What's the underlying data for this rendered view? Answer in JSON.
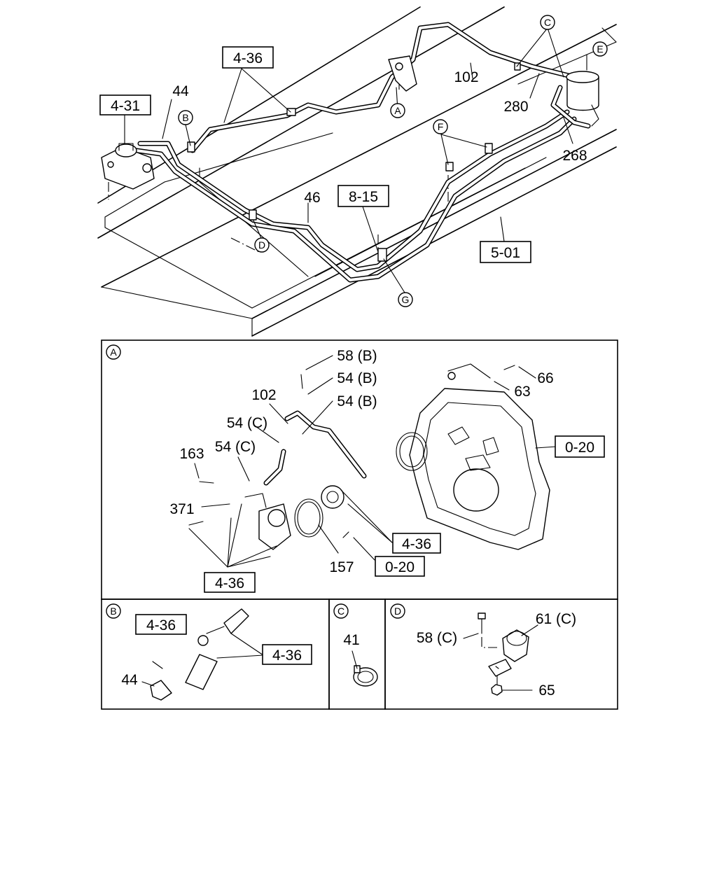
{
  "overview": {
    "ref_boxes": [
      "4-36",
      "4-31",
      "8-15",
      "5-01"
    ],
    "part_numbers": [
      "44",
      "46",
      "102",
      "280",
      "268"
    ],
    "callouts": [
      "A",
      "B",
      "C",
      "D",
      "E",
      "F",
      "G"
    ]
  },
  "detail_a": {
    "tag": "A",
    "labels": [
      "58 (B)",
      "54 (B)",
      "54 (B)",
      "102",
      "54 (C)",
      "54 (C)",
      "163",
      "371",
      "157",
      "66",
      "63"
    ],
    "ref_boxes": [
      "0-20",
      "4-36",
      "0-20",
      "4-36"
    ]
  },
  "detail_b": {
    "tag": "B",
    "labels": [
      "44"
    ],
    "ref_boxes": [
      "4-36",
      "4-36"
    ]
  },
  "detail_c": {
    "tag": "C",
    "labels": [
      "41"
    ]
  },
  "detail_d": {
    "tag": "D",
    "labels": [
      "58 (C)",
      "61 (C)",
      "65"
    ]
  }
}
